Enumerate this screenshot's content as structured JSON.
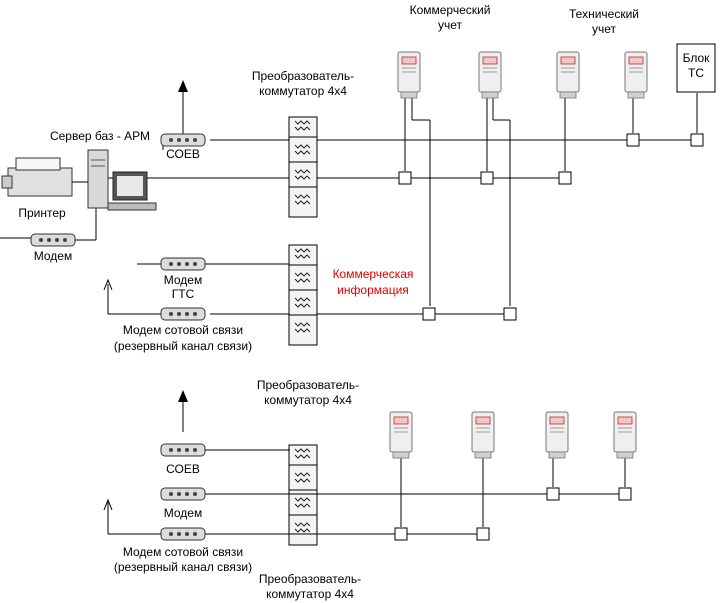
{
  "labels": {
    "commercial_metering": [
      "Коммерческий",
      "учет"
    ],
    "technical_metering": [
      "Технический",
      "учет"
    ],
    "block_tc": [
      "Блок",
      "ТС"
    ],
    "converter_top": [
      "Преобразователь-",
      "коммутатор 4х4"
    ],
    "server": "Сервер баз - АРМ",
    "soev": "СОЕВ",
    "printer": "Принтер",
    "modem": "Модем",
    "modem_gts": [
      "Модем",
      "ГТС"
    ],
    "cellular_modem": [
      "Модем сотовой связи",
      "(резервный канал связи)"
    ],
    "commercial_info": [
      "Коммерческая",
      "информация"
    ],
    "converter_middle": [
      "Преобразователь-",
      "коммутатор 4х4"
    ],
    "soev_2": "СОЕВ",
    "modem_2": "Модем",
    "cellular_modem_2": [
      "Модем сотовой связи",
      "(резервный канал связи)"
    ],
    "converter_bottom": [
      "Преобразователь-",
      "коммутатор 4х4"
    ]
  },
  "colors": {
    "annotation_red": "#e00000",
    "line": "#000000",
    "device_body": "#e6e6e6",
    "meter_display": "#f2c4c4"
  }
}
